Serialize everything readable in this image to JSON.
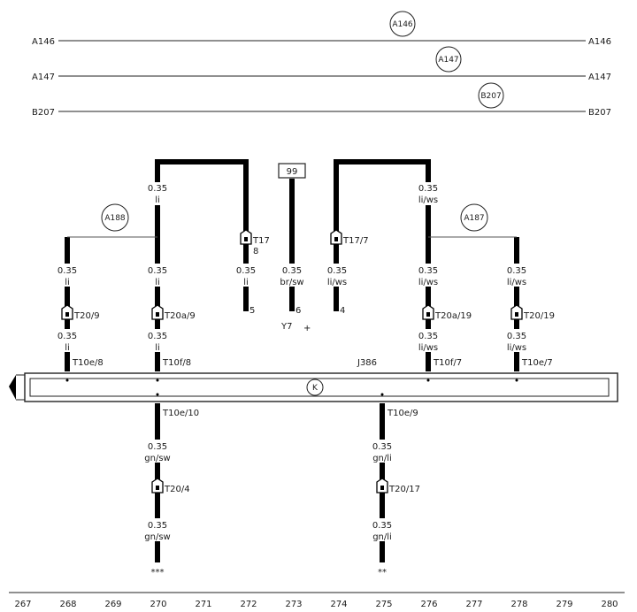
{
  "bus_lines": [
    {
      "left": "A146",
      "right": "A146",
      "bubble": "A146"
    },
    {
      "left": "A147",
      "right": "A147",
      "bubble": "A147"
    },
    {
      "left": "B207",
      "right": "B207",
      "bubble": "B207"
    }
  ],
  "bubbles": {
    "a188": "A188",
    "a187": "A187",
    "k": "K"
  },
  "box_99": "99",
  "wires": {
    "w270_top": {
      "size": "0.35",
      "color": "li"
    },
    "w276_top": {
      "size": "0.35",
      "color": "li/ws"
    },
    "w268": {
      "size": "0.35",
      "color": "li"
    },
    "w270_mid": {
      "size": "0.35",
      "color": "li"
    },
    "w272": {
      "size": "0.35",
      "color": "li"
    },
    "w273": {
      "size": "0.35",
      "color": "br/sw"
    },
    "w274": {
      "size": "0.35",
      "color": "li/ws"
    },
    "w276_mid": {
      "size": "0.35",
      "color": "li/ws"
    },
    "w278": {
      "size": "0.35",
      "color": "li/ws"
    },
    "w268_low": {
      "size": "0.35",
      "color": "li"
    },
    "w270_low": {
      "size": "0.35",
      "color": "li"
    },
    "w276_low": {
      "size": "0.35",
      "color": "li/ws"
    },
    "w278_low": {
      "size": "0.35",
      "color": "li/ws"
    },
    "w270_bot1": {
      "size": "0.35",
      "color": "gn/sw"
    },
    "w270_bot2": {
      "size": "0.35",
      "color": "gn/sw"
    },
    "w275_bot1": {
      "size": "0.35",
      "color": "gn/li"
    },
    "w275_bot2": {
      "size": "0.35",
      "color": "gn/li"
    }
  },
  "connectors": {
    "t17_8": "T17",
    "t17_8_pin": "8",
    "t17_7": "T17/7",
    "t20_9": "T20/9",
    "t20a_9": "T20a/9",
    "t20a_19": "T20a/19",
    "t20_19": "T20/19",
    "t10e_8": "T10e/8",
    "t10f_8": "T10f/8",
    "t10f_7": "T10f/7",
    "t10e_7": "T10e/7",
    "t10e_10": "T10e/10",
    "t10e_9": "T10e/9",
    "t20_4": "T20/4",
    "t20_17": "T20/17",
    "j386": "J386"
  },
  "pins": {
    "p272": "5",
    "p273": "6",
    "p274": "4"
  },
  "y_label": "Y7",
  "y_suffix": "+",
  "marks": {
    "m270": "***",
    "m275": "**"
  },
  "ruler": [
    "267",
    "268",
    "269",
    "270",
    "271",
    "272",
    "273",
    "274",
    "275",
    "276",
    "277",
    "278",
    "279",
    "280"
  ]
}
